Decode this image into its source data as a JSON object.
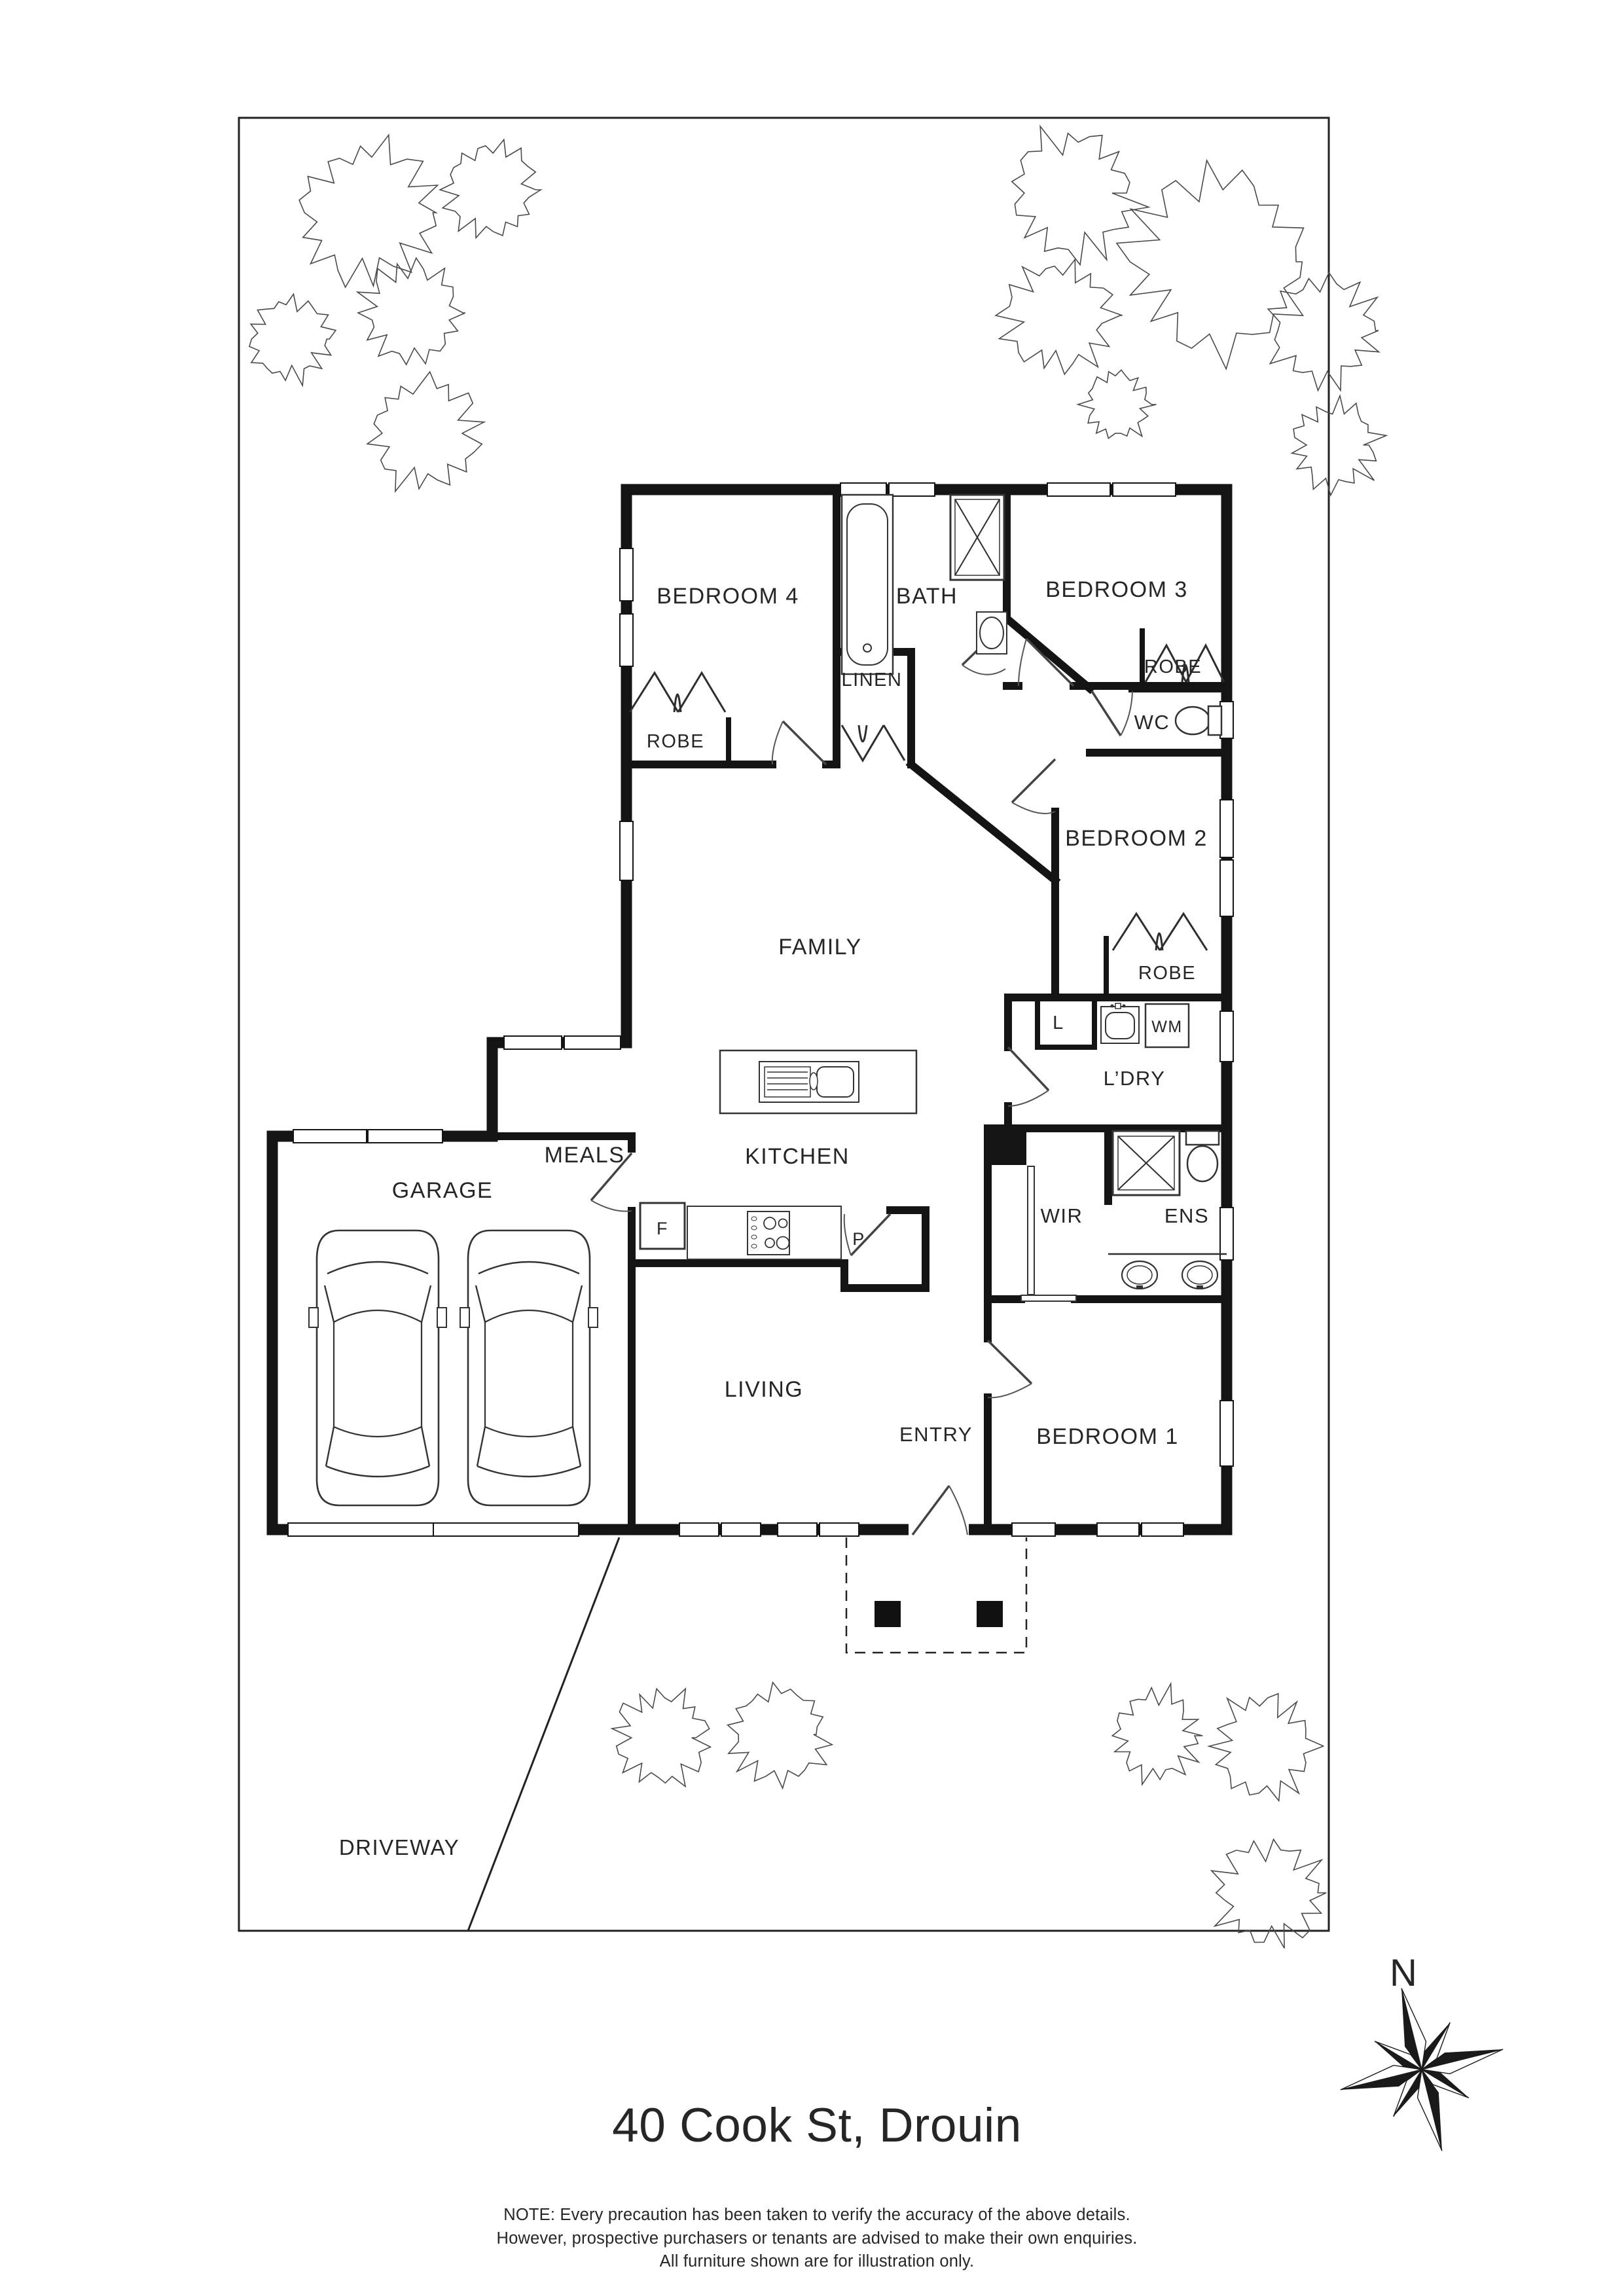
{
  "plan": {
    "labels": {
      "bedroom4": "BEDROOM 4",
      "bath": "BATH",
      "bedroom3": "BEDROOM 3",
      "linen": "LINEN",
      "robe": "ROBE",
      "wc": "WC",
      "family": "FAMILY",
      "bedroom2": "BEDROOM 2",
      "meals": "MEALS",
      "linen_cupboard": "L",
      "washing_machine": "WM",
      "laundry": "L’DRY",
      "garage": "GARAGE",
      "kitchen": "KITCHEN",
      "fridge": "F",
      "pantry": "P",
      "wir": "WIR",
      "ensuite": "ENS",
      "living": "LIVING",
      "entry": "ENTRY",
      "bedroom1": "BEDROOM 1",
      "driveway": "DRIVEWAY"
    },
    "compass": {
      "north": "N"
    }
  },
  "footer": {
    "title": "40 Cook St, Drouin",
    "note_lines": [
      "NOTE: Every precaution has been taken to verify the accuracy of the above details.",
      "However, prospective purchasers or tenants are advised to make their own enquiries.",
      "All furniture shown are for illustration only."
    ]
  },
  "colors": {
    "wall": "#141414",
    "line": "#333333",
    "text": "#262626"
  }
}
